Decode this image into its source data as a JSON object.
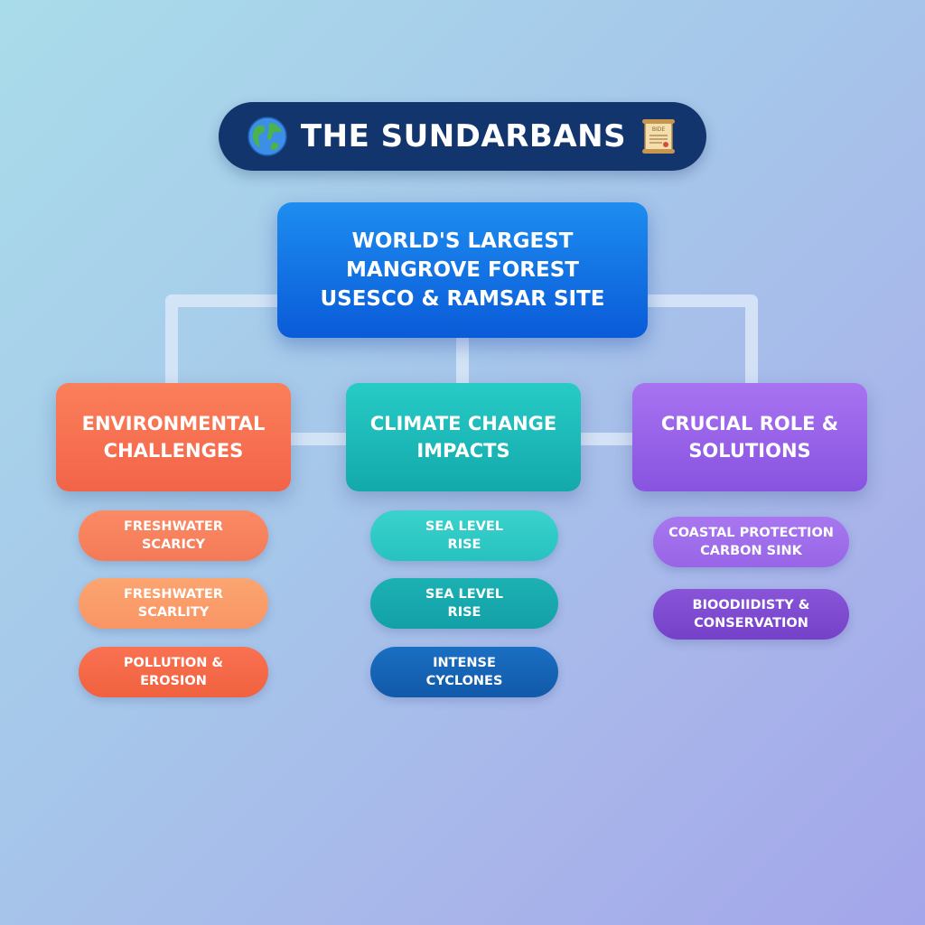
{
  "title": {
    "text": "THE SUNDARBANS",
    "left_icon": "globe-icon",
    "right_icon": "scroll-icon",
    "scroll_label": "BIDE"
  },
  "root": {
    "lines": [
      "WORLD'S LARGEST",
      "MANGROVE FOREST",
      "USESCO & RAMSAR SITE"
    ]
  },
  "branches": [
    {
      "lines": [
        "ENVIRONMENTAL",
        "CHALLENGES"
      ],
      "color": "#f26448",
      "leaves": [
        {
          "lines": [
            "FRESHWATER",
            "SCARICY"
          ]
        },
        {
          "lines": [
            "FRESHWATER",
            "SCARLITY"
          ]
        },
        {
          "lines": [
            "POLLUTION &",
            "EROSION"
          ]
        }
      ]
    },
    {
      "lines": [
        "CLIMATE CHANGE",
        "IMPACTS"
      ],
      "color": "#13a9ab",
      "leaves": [
        {
          "lines": [
            "SEA LEVEL",
            "RISE"
          ]
        },
        {
          "lines": [
            "SEA LEVEL",
            "RISE"
          ]
        },
        {
          "lines": [
            "INTENSE",
            "CYCLONES"
          ]
        }
      ]
    },
    {
      "lines": [
        "CRUCIAL ROLE &",
        "SOLUTIONS"
      ],
      "color": "#8853e0",
      "leaves": [
        {
          "lines": [
            "COASTAL PROTECTION",
            "CARBON SINK"
          ]
        },
        {
          "lines": [
            "BIOODIIDISTY &",
            "CONSERVATION"
          ]
        }
      ]
    }
  ],
  "colors": {
    "title_bg": "#12356d",
    "root_bg": "#0a5bd8",
    "connector": "#dbe7f7"
  }
}
